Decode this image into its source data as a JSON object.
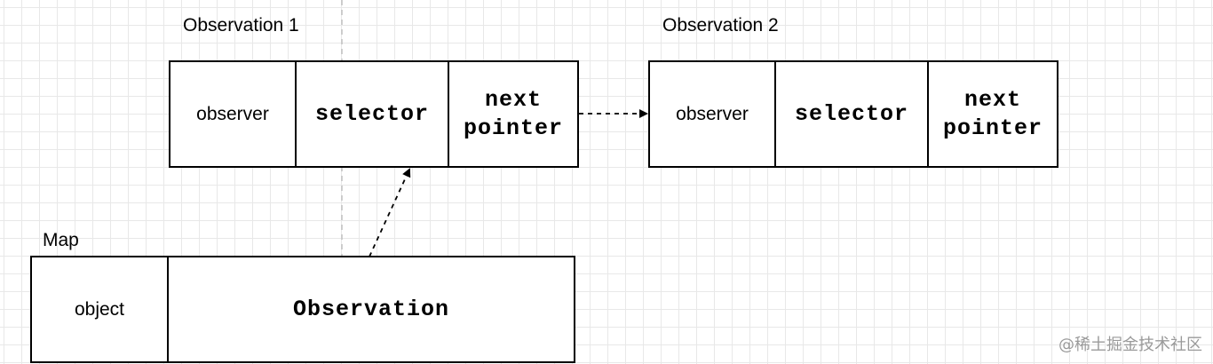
{
  "nodes": {
    "observation1": {
      "title": "Observation 1",
      "cells": [
        "observer",
        "selector",
        "next pointer"
      ]
    },
    "observation2": {
      "title": "Observation 2",
      "cells": [
        "observer",
        "selector",
        "next pointer"
      ]
    },
    "map": {
      "title": "Map",
      "cells": [
        "object",
        "Observation"
      ]
    }
  },
  "edges": [
    {
      "from": "observation1.next pointer",
      "to": "observation2",
      "style": "dashed-arrow"
    },
    {
      "from": "map.Observation",
      "to": "observation1.selector",
      "style": "dashed-arrow"
    }
  ],
  "watermark": "@稀土掘金技术社区",
  "colors": {
    "grid": "#e8e8e8",
    "stroke": "#000000",
    "guide": "#c0c0c0",
    "watermark": "#9a9a9a"
  }
}
